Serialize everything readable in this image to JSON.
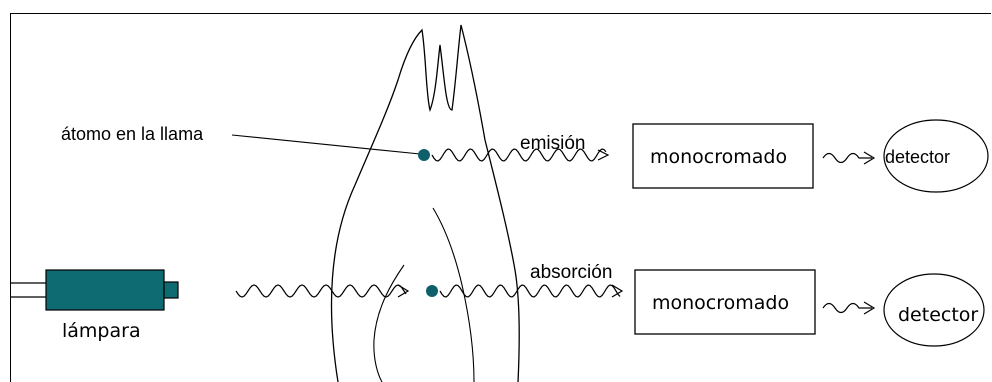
{
  "labels": {
    "atom": "átomo en la llama",
    "emission": "emisión",
    "absorption": "absorción",
    "lamp": "lámpara",
    "mono_top": "monocromado",
    "mono_bottom": "monocromado",
    "detector_top": "detector",
    "detector_bottom": "detector"
  },
  "colors": {
    "atom": "#0e5f6a",
    "lamp": "#0e6b72",
    "line": "#000000"
  }
}
